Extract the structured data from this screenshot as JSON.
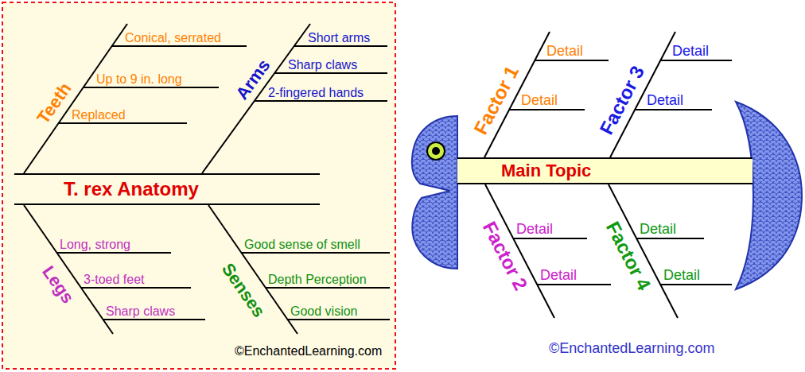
{
  "diagram": {
    "nodes": [
      {
        "text": [
          "T. rex Anatomy"
        ]
      },
      {
        "text": [
          "Main Topic"
        ]
      }
    ],
    "labels": [
      "Teeth",
      "Conical, serrated",
      "Up to 9 in. long",
      "Replaced",
      "Arms",
      "Short arms",
      "Sharp claws",
      "2-fingered hands",
      "Legs",
      "Long, strong",
      "3-toed feet",
      "Sharp claws",
      "Senses",
      "Good sense of smell",
      "Depth Perception",
      "Good vision",
      "©EnchantedLearning.com",
      "Factor 1",
      "Detail",
      "Detail",
      "Factor 3",
      "Detail",
      "Detail",
      "Factor 2",
      "Detail",
      "Detail",
      "Factor 4",
      "Detail",
      "Detail",
      "©EnchantedLearning.com"
    ]
  }
}
